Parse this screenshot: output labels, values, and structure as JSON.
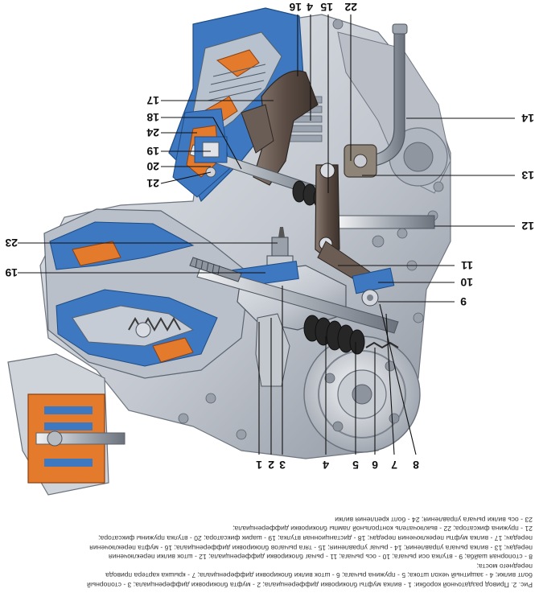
{
  "diagram": {
    "labels": [
      "1",
      "2",
      "3",
      "4",
      "5",
      "6",
      "7",
      "8",
      "9",
      "10",
      "11",
      "12",
      "13",
      "14",
      "15",
      "16",
      "17",
      "18",
      "19",
      "19",
      "20",
      "21",
      "22",
      "23",
      "24"
    ],
    "caption_lines": [
      "Рис. 2. Привод раздаточной коробки: 1 - вилка муфты блокировки дифференциала; 2 - муфта блокировки дифференциала; 3 - стопорный",
      "болт вилки; 4 - защитный чехол штока; 5 - пружина рычага; 6 - шток вилки блокировки дифференциала; 7 - крышка картера привода",
      "переднего моста;",
      "8 - стопорная шайба; 9 - втулка оси рычага; 10 - ось рычага; 11 - рычаг блокировки дифференциала; 12 - шток вилки переключения",
      "передач; 13 - вилка рычага управления; 14 - рычаг управления; 15 - тяга рычагов блокировки дифференциала; 16 - муфта переключения",
      "передач; 17 - вилка муфты переключения передач; 18 - дистанционная втулка; 19 - шарик фиксатора; 20 - втулка пружины фиксатора;",
      "21 - пружина фиксатора; 22 - выключатель контрольной лампы блокировки дифференциала;",
      "23 - ось вилки рычага управления; 24 - болт крепления вилки"
    ]
  },
  "colors": {
    "casing": "#c9ced6",
    "casing_dark": "#7d8591",
    "cutaway_blue": "#3d78c0",
    "cutaway_orange": "#e47a2c",
    "lever": "#5f5048",
    "boot": "#222222"
  }
}
